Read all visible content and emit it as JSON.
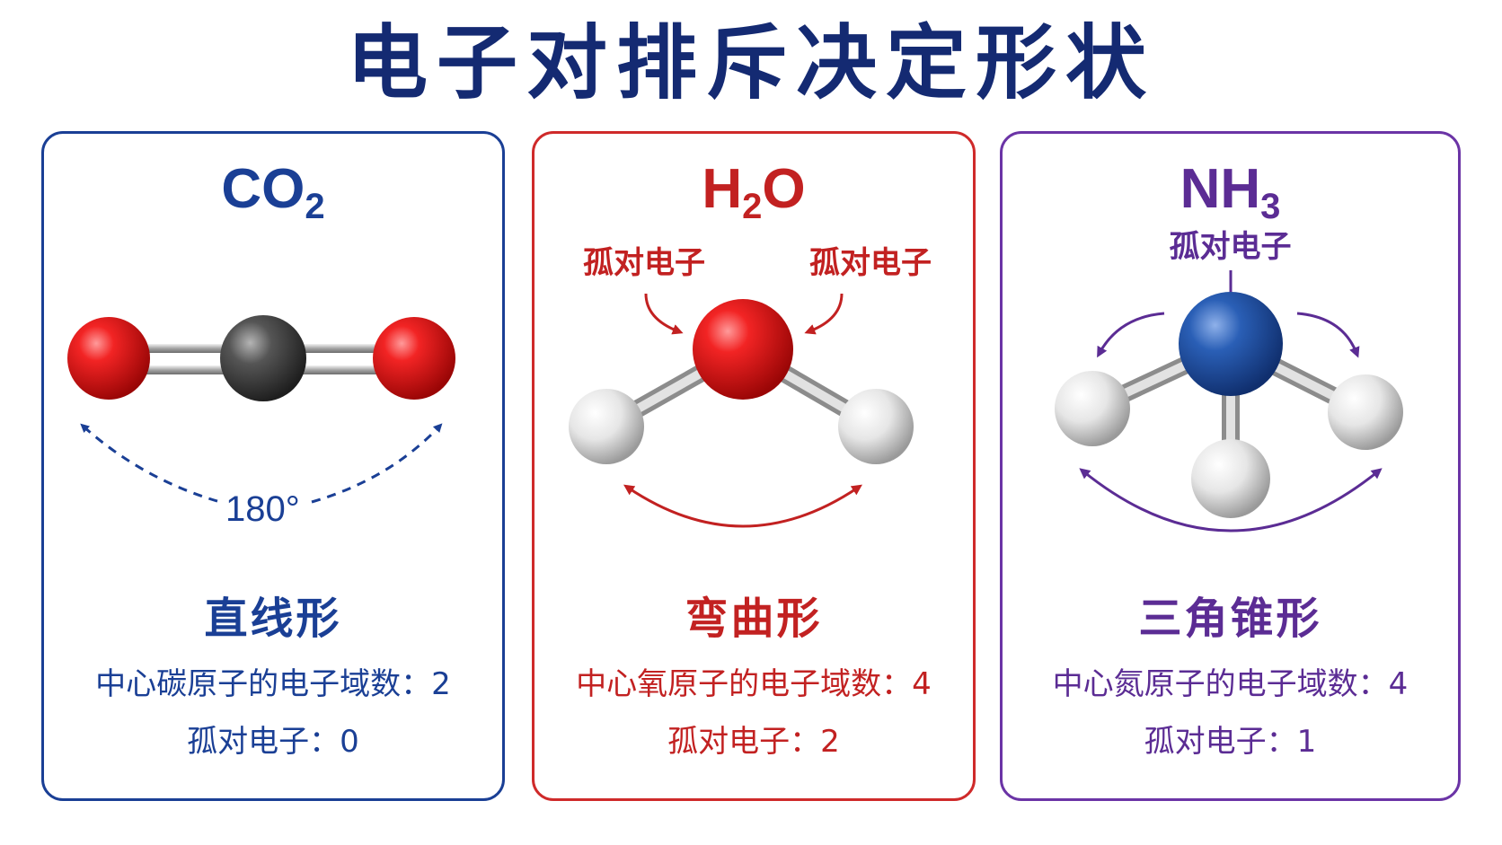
{
  "title": "电子对排斥决定形状",
  "colors": {
    "title": "#142a72",
    "co2_accent": "#1a3f95",
    "h2o_accent": "#cf2a2a",
    "nh3_accent": "#6b34a6",
    "oxygen_atom": "#e11b1b",
    "carbon_atom": "#4a4a4a",
    "nitrogen_atom": "#2756a6",
    "hydrogen_atom": "#e8e8e8"
  },
  "cards": [
    {
      "formula_base": "CO",
      "formula_sub": "2",
      "angle_label": "180°",
      "lone_pair_labels": [],
      "shape_name": "直线形",
      "domain_line": "中心碳原子的电子域数：2",
      "lone_pair_line": "孤对电子：0"
    },
    {
      "formula_base_1": "H",
      "formula_sub": "2",
      "formula_base_2": "O",
      "lone_pair_labels": [
        "孤对电子",
        "孤对电子"
      ],
      "shape_name": "弯曲形",
      "domain_line": "中心氧原子的电子域数：4",
      "lone_pair_line": "孤对电子：2"
    },
    {
      "formula_base": "NH",
      "formula_sub": "3",
      "lone_pair_labels": [
        "孤对电子"
      ],
      "shape_name": "三角锥形",
      "domain_line": "中心氮原子的电子域数：4",
      "lone_pair_line": "孤对电子：1"
    }
  ]
}
